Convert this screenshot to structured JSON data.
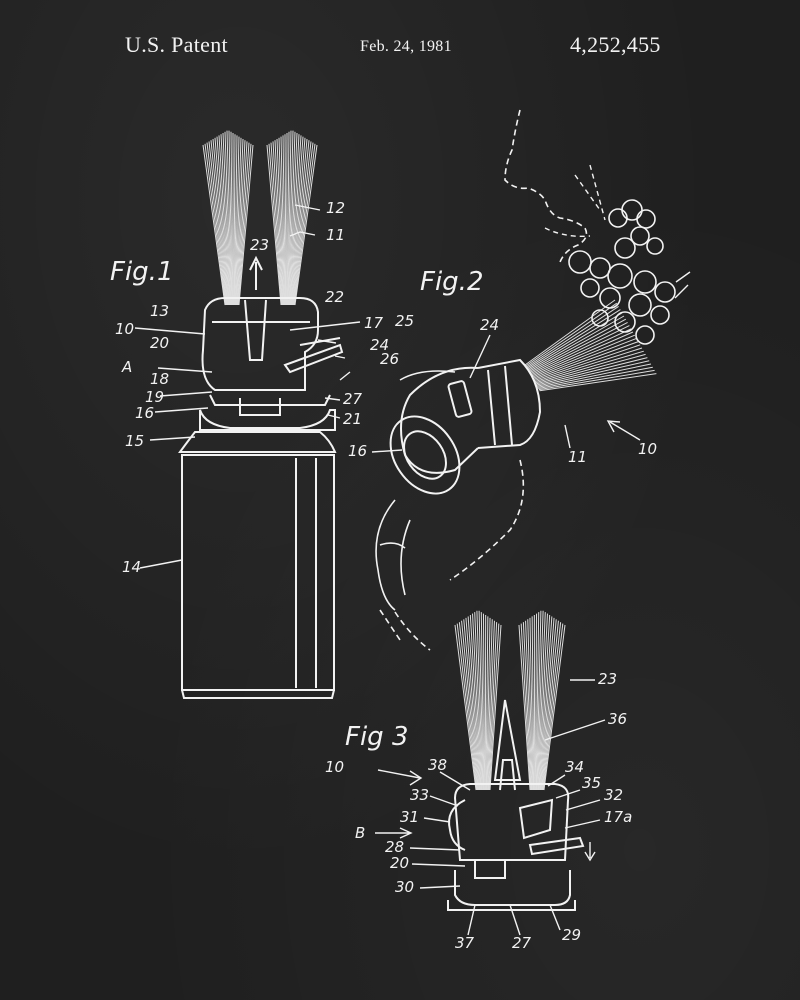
{
  "header": {
    "patent_label": "U.S. Patent",
    "date": "Feb. 24, 1981",
    "number": "4,252,455"
  },
  "figures": {
    "fig1": {
      "label": "Fig.1"
    },
    "fig2": {
      "label": "Fig.2"
    },
    "fig3": {
      "label": "Fig 3"
    }
  },
  "refs": {
    "fig1": [
      "12",
      "11",
      "23",
      "22",
      "13",
      "17",
      "25",
      "10",
      "20",
      "24",
      "26",
      "A",
      "18",
      "19",
      "16",
      "27",
      "21",
      "15",
      "14"
    ],
    "fig2": [
      "24",
      "16",
      "11",
      "10"
    ],
    "fig3": [
      "23",
      "36",
      "10",
      "38",
      "34",
      "35",
      "32",
      "33",
      "31",
      "17a",
      "B",
      "28",
      "20",
      "30",
      "37",
      "27",
      "29"
    ]
  },
  "colors": {
    "background": "#1f1f1f",
    "ink": "#f2f2f2"
  }
}
